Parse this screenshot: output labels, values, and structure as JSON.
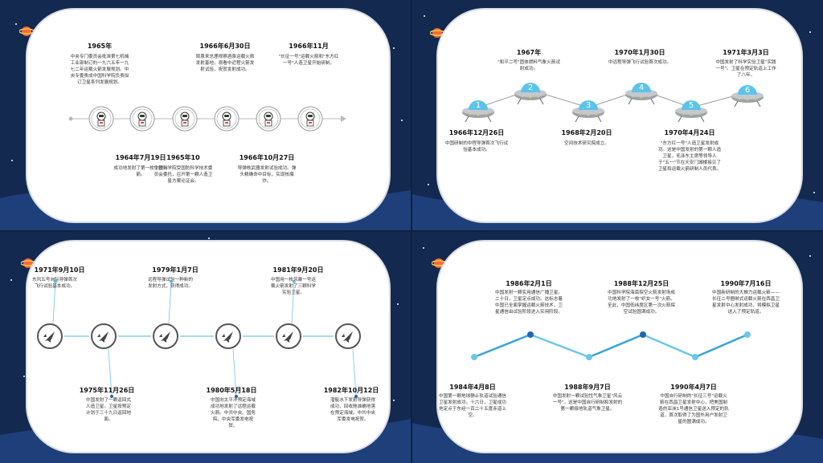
{
  "slide1": {
    "events": [
      {
        "date": "1965年",
        "desc": "中央专门委员会批准第七机械工业部制订的一九六五年一九七二年运载火箭发展规划。中央专委责成中国科学院负责拟订卫星系列发展规划。",
        "pos": "top"
      },
      {
        "date": "1964年7月19日",
        "desc": "成功地发射了第一枚生物火箭。",
        "pos": "bottom"
      },
      {
        "date": "1965年10",
        "desc": "中国科学院受国防科学技术委员会委托，召开第一颗人造卫星方案论证会。",
        "pos": "bottom"
      },
      {
        "date": "1966年6月30日",
        "desc": "周恩来总理视察酒泉运载火箭发射基地，观看中近程火箭发射试验，祝贺发射成功。",
        "pos": "top"
      },
      {
        "date": "1966年10月27日",
        "desc": "导弹核武器发射试验成功。弹头精确命中目标，实现核爆炸。",
        "pos": "bottom"
      },
      {
        "date": "1966年11月",
        "desc": "\"长征一号\"运载火箭和\"东方红一号\"人造卫星开始研制。",
        "pos": "top"
      }
    ]
  },
  "slide2": {
    "events": [
      {
        "num": "1",
        "date": "1966年12月26日",
        "desc": "中国研制的中程导弹首次飞行试验基本成功。",
        "pos": "bottom"
      },
      {
        "num": "2",
        "date": "1967年",
        "desc": "\"和平二号\"固体燃料气象火箭试射成功。",
        "pos": "top"
      },
      {
        "num": "3",
        "date": "1968年2月20日",
        "desc": "空间技术研究院成立。",
        "pos": "bottom"
      },
      {
        "num": "4",
        "date": "1970年1月30日",
        "desc": "中远程导弹飞行试验首次成功。",
        "pos": "top"
      },
      {
        "num": "5",
        "date": "1970年4月24日",
        "desc": "\"东方红一号\"人造卫星发射成功。这是中国发射的第一颗人造卫星，毛泽东主席等领导人于\"五一\"节在天安门城楼接见了卫星和运载火箭研制人员代表。",
        "pos": "bottom"
      },
      {
        "num": "6",
        "date": "1971年3月3日",
        "desc": "中国发射了科学实验卫星\"实践一号\"。卫星在预定轨道上工作了八年。",
        "pos": "top"
      }
    ]
  },
  "slide3": {
    "events": [
      {
        "date": "1971年9月10日",
        "desc": "东风五号洲际导弹首次飞行试验基本成功。",
        "pos": "top"
      },
      {
        "date": "1975年11月26日",
        "desc": "中国发射了一颗返回式人造卫星。卫星按预定计划于三十九日返回地面。",
        "pos": "bottom"
      },
      {
        "date": "1979年1月7日",
        "desc": "远程导弹试验一种新的发射方式，获得成功。",
        "pos": "top"
      },
      {
        "date": "1980年5月18日",
        "desc": "中国向太平洋预定海域成功地发射了远程运载火箭。中共中央、国务院、中央军委发电祝贺。",
        "pos": "bottom"
      },
      {
        "date": "1981年9月20日",
        "desc": "中国用一枚风暴一号运载火箭发射了三颗科学实验卫星。",
        "pos": "top"
      },
      {
        "date": "1982年10月12日",
        "desc": "潜艇水下发射导弹获得成功，回收舱准确地落在预定海域。中共中央军委发电祝贺。",
        "pos": "bottom"
      }
    ]
  },
  "slide4": {
    "events": [
      {
        "date": "1984年4月8日",
        "desc": "中国第一颗地球静止轨道试验通信卫星发射成功。十六日，卫星成功地定点于东经一百二十五度赤道上空。",
        "pos": "bottom"
      },
      {
        "date": "1986年2月1日",
        "desc": "中国发射一颗实用通信广播卫星。二十日，卫星定点成功。这标志着中国已全面掌握运载火箭技术，卫星通信由试验阶段进入实用阶段。",
        "pos": "top"
      },
      {
        "date": "1988年9月7日",
        "desc": "中国发射一颗试验性气象卫星\"风云一号\"。这是中国自行研制和发射的第一颗极地轨道气象卫星。",
        "pos": "bottom"
      },
      {
        "date": "1988年12月25日",
        "desc": "中国科学院海南探空火箭发射场成功地发射了一枚\"织女一号\"火箭。至此，中国低纬度区第一次火箭探空试验圆满成功。",
        "pos": "top"
      },
      {
        "date": "1990年4月7日",
        "desc": "中国自行研制的\"长征三号\"运载火箭在西昌卫星发射中心，把美国制造的亚洲1号通信卫星送入预定的轨道，首次取得了为国外用户发射卫星的圆满成功。",
        "pos": "bottom"
      },
      {
        "date": "1990年7月16日",
        "desc": "中国新研制的大推力运载火箭——长征二号捆绑式运载火箭在西昌卫星发射中心发射成功，将模拟卫星送入了预定轨道。",
        "pos": "top"
      }
    ]
  },
  "colors": {
    "bg": "#13294f",
    "accent": "#3aa3db",
    "dark_accent": "#1f67b5",
    "line": "#6cc6ea"
  }
}
